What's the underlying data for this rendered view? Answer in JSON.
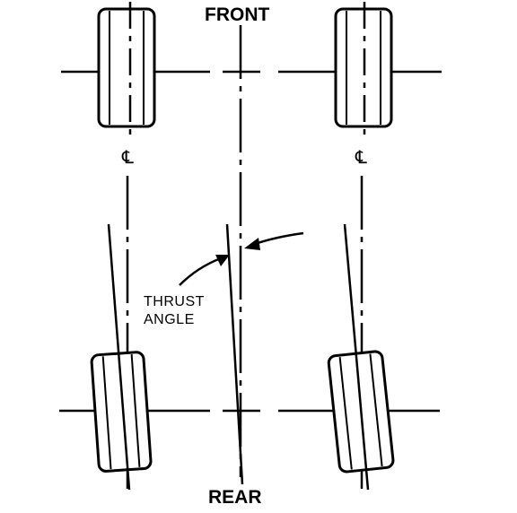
{
  "labels": {
    "front": "FRONT",
    "rear": "REAR",
    "thrust_line1": "THRUST",
    "thrust_line2": "ANGLE",
    "centerline_left": "℄",
    "centerline_right": "℄"
  }
}
